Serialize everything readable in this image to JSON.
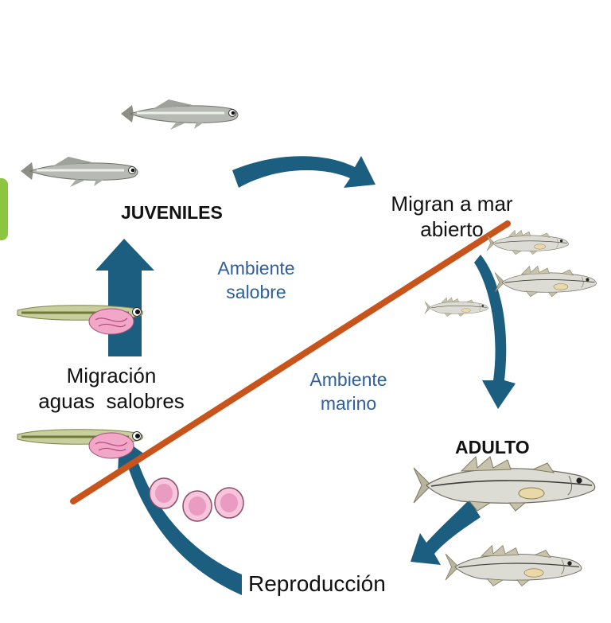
{
  "labels": {
    "juveniles": "JUVENILES",
    "migran": "Migran a mar",
    "migran2": "abierto",
    "adulto": "ADULTO",
    "reproduccion": "Reproducción",
    "migracion1": "Migración",
    "migracion2": "aguas  salobres",
    "salobre1": "Ambiente",
    "salobre2": "salobre",
    "marino1": "Ambiente",
    "marino2": "marino"
  },
  "colors": {
    "arrow": "#1b5e80",
    "divider": "#c8541b",
    "environment_text": "#2f5f9a",
    "side_tab": "#8cc63f",
    "egg": "#f7c6dc"
  },
  "icons": [
    "juvenile-fish-icon",
    "adult-bass-icon",
    "larva-icon",
    "egg-icon"
  ]
}
